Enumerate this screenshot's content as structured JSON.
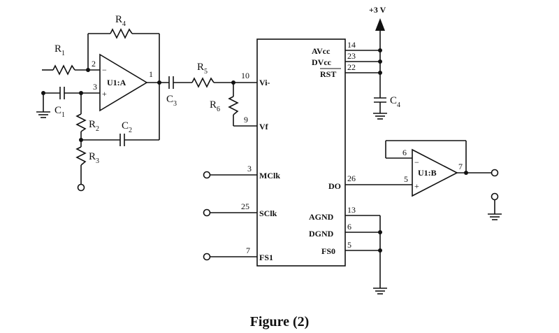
{
  "caption": "Figure (2)",
  "supply": "+3 V",
  "opamps": {
    "u1a": {
      "label": "U1:A",
      "pins": {
        "inv": "2",
        "noninv": "3",
        "out": "1"
      }
    },
    "u1b": {
      "label": "U1:B",
      "pins": {
        "inv": "6",
        "noninv": "5",
        "out": "7"
      }
    }
  },
  "components": {
    "R1": {
      "letter": "R",
      "sub": "1"
    },
    "R2": {
      "letter": "R",
      "sub": "2"
    },
    "R3": {
      "letter": "R",
      "sub": "3"
    },
    "R4": {
      "letter": "R",
      "sub": "4"
    },
    "R5": {
      "letter": "R",
      "sub": "5"
    },
    "R6": {
      "letter": "R",
      "sub": "6"
    },
    "C1": {
      "letter": "C",
      "sub": "1"
    },
    "C2": {
      "letter": "C",
      "sub": "2"
    },
    "C3": {
      "letter": "C",
      "sub": "3"
    },
    "C4": {
      "letter": "C",
      "sub": "4"
    }
  },
  "ic_left_pins": [
    {
      "number": "10",
      "name": "Vi-"
    },
    {
      "number": "9",
      "name": "Vf"
    },
    {
      "number": "3",
      "name": "MClk"
    },
    {
      "number": "25",
      "name": "SClk"
    },
    {
      "number": "7",
      "name": "FS1"
    }
  ],
  "ic_right_pins": [
    {
      "number": "14",
      "name": "AVcc"
    },
    {
      "number": "23",
      "name": "DVcc"
    },
    {
      "number": "22",
      "name": "RST"
    },
    {
      "number": "26",
      "name": "DO"
    },
    {
      "number": "13",
      "name": "AGND"
    },
    {
      "number": "6",
      "name": "DGND"
    },
    {
      "number": "5",
      "name": "FS0"
    }
  ]
}
